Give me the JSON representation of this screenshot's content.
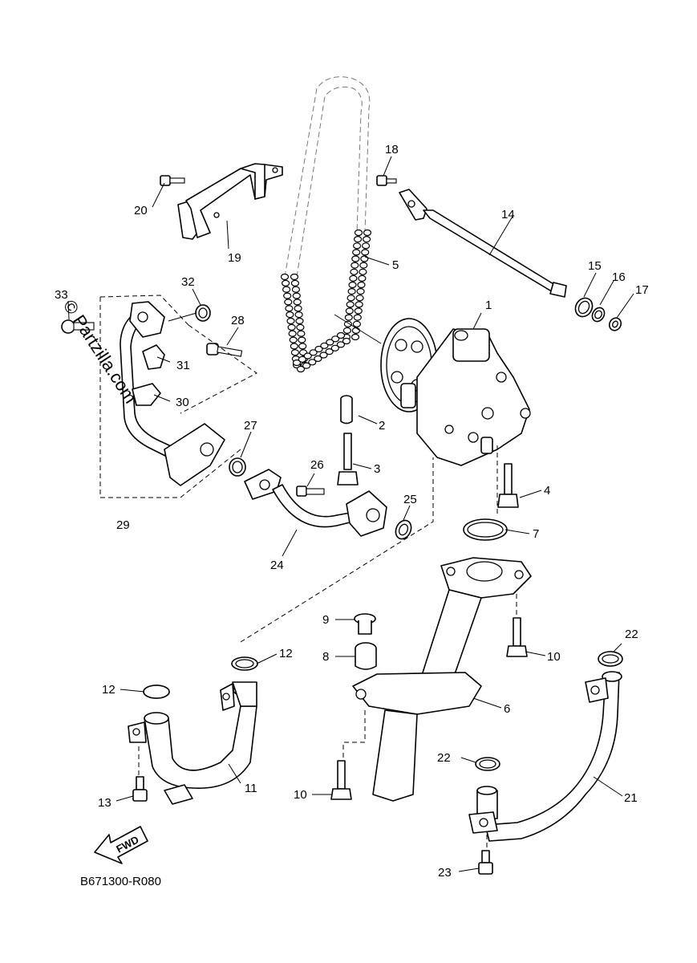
{
  "diagram": {
    "code": "B671300-R080",
    "watermark": "© Partzilla.com",
    "fwd_label": "FWD",
    "callouts": [
      {
        "id": "c1",
        "label": "1"
      },
      {
        "id": "c2",
        "label": "2"
      },
      {
        "id": "c3",
        "label": "3"
      },
      {
        "id": "c4",
        "label": "4"
      },
      {
        "id": "c5",
        "label": "5"
      },
      {
        "id": "c6",
        "label": "6"
      },
      {
        "id": "c7",
        "label": "7"
      },
      {
        "id": "c8",
        "label": "8"
      },
      {
        "id": "c9",
        "label": "9"
      },
      {
        "id": "c10a",
        "label": "10"
      },
      {
        "id": "c10b",
        "label": "10"
      },
      {
        "id": "c11",
        "label": "11"
      },
      {
        "id": "c12a",
        "label": "12"
      },
      {
        "id": "c12b",
        "label": "12"
      },
      {
        "id": "c13",
        "label": "13"
      },
      {
        "id": "c14",
        "label": "14"
      },
      {
        "id": "c15",
        "label": "15"
      },
      {
        "id": "c16",
        "label": "16"
      },
      {
        "id": "c17",
        "label": "17"
      },
      {
        "id": "c18",
        "label": "18"
      },
      {
        "id": "c19",
        "label": "19"
      },
      {
        "id": "c20",
        "label": "20"
      },
      {
        "id": "c21",
        "label": "21"
      },
      {
        "id": "c22a",
        "label": "22"
      },
      {
        "id": "c22b",
        "label": "22"
      },
      {
        "id": "c23",
        "label": "23"
      },
      {
        "id": "c24",
        "label": "24"
      },
      {
        "id": "c25",
        "label": "25"
      },
      {
        "id": "c26",
        "label": "26"
      },
      {
        "id": "c27",
        "label": "27"
      },
      {
        "id": "c28",
        "label": "28"
      },
      {
        "id": "c29",
        "label": "29"
      },
      {
        "id": "c30",
        "label": "30"
      },
      {
        "id": "c31",
        "label": "31"
      },
      {
        "id": "c32",
        "label": "32"
      },
      {
        "id": "c33",
        "label": "33"
      }
    ]
  }
}
